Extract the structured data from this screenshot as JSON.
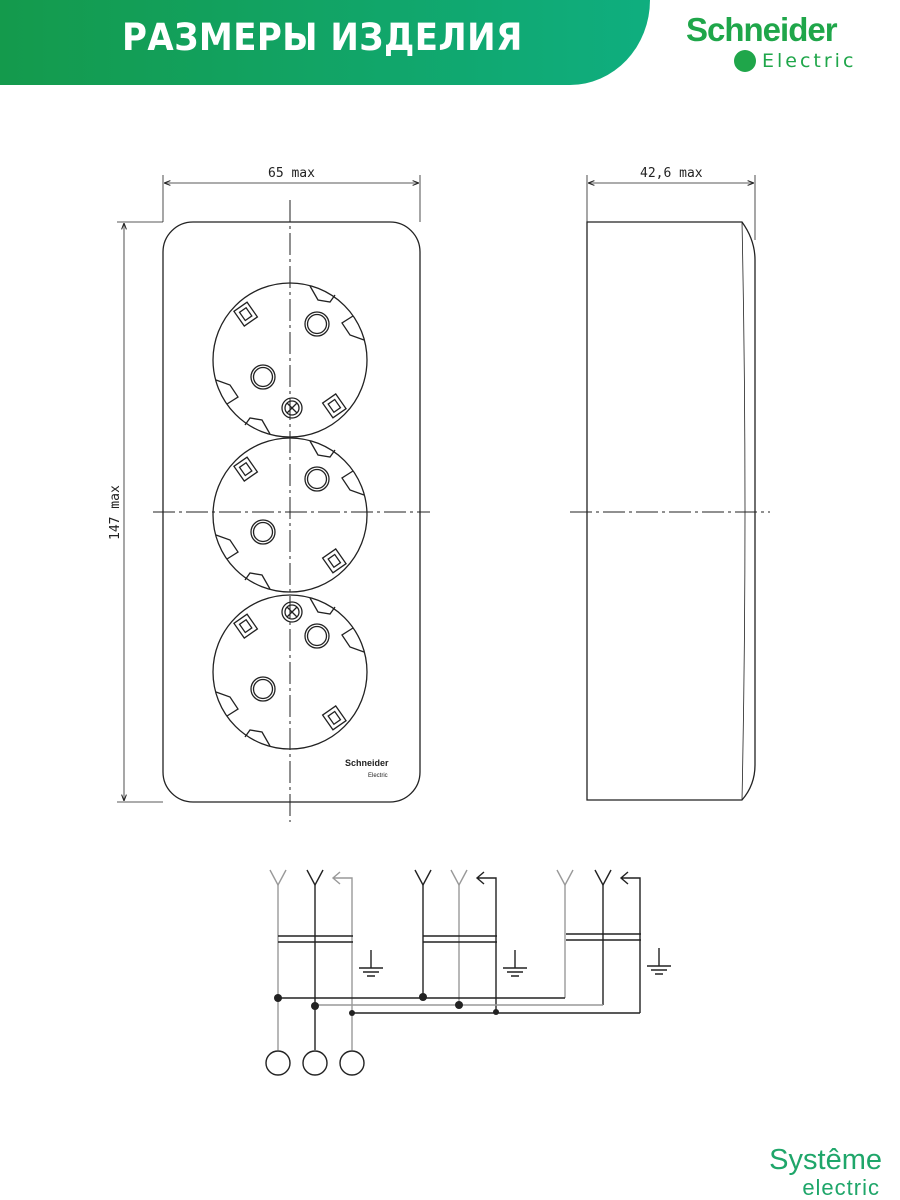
{
  "header": {
    "title": "РАЗМЕРЫ ИЗДЕЛИЯ",
    "brand_main": "Schneider",
    "brand_sub": "Electric"
  },
  "drawing": {
    "width_label": "65 max",
    "height_label": "147 max",
    "depth_label": "42,6 max",
    "plate_brand_main": "Schneider",
    "plate_brand_sub": "Electric",
    "socket_count": 3
  },
  "footer": {
    "brand_line1": "Systême",
    "brand_line2": "electric"
  },
  "colors": {
    "brand_green": "#1fa64a",
    "banner_start": "#149a4c",
    "banner_end": "#0fae7f",
    "line": "#222222",
    "line_gray": "#a8a8a8"
  }
}
